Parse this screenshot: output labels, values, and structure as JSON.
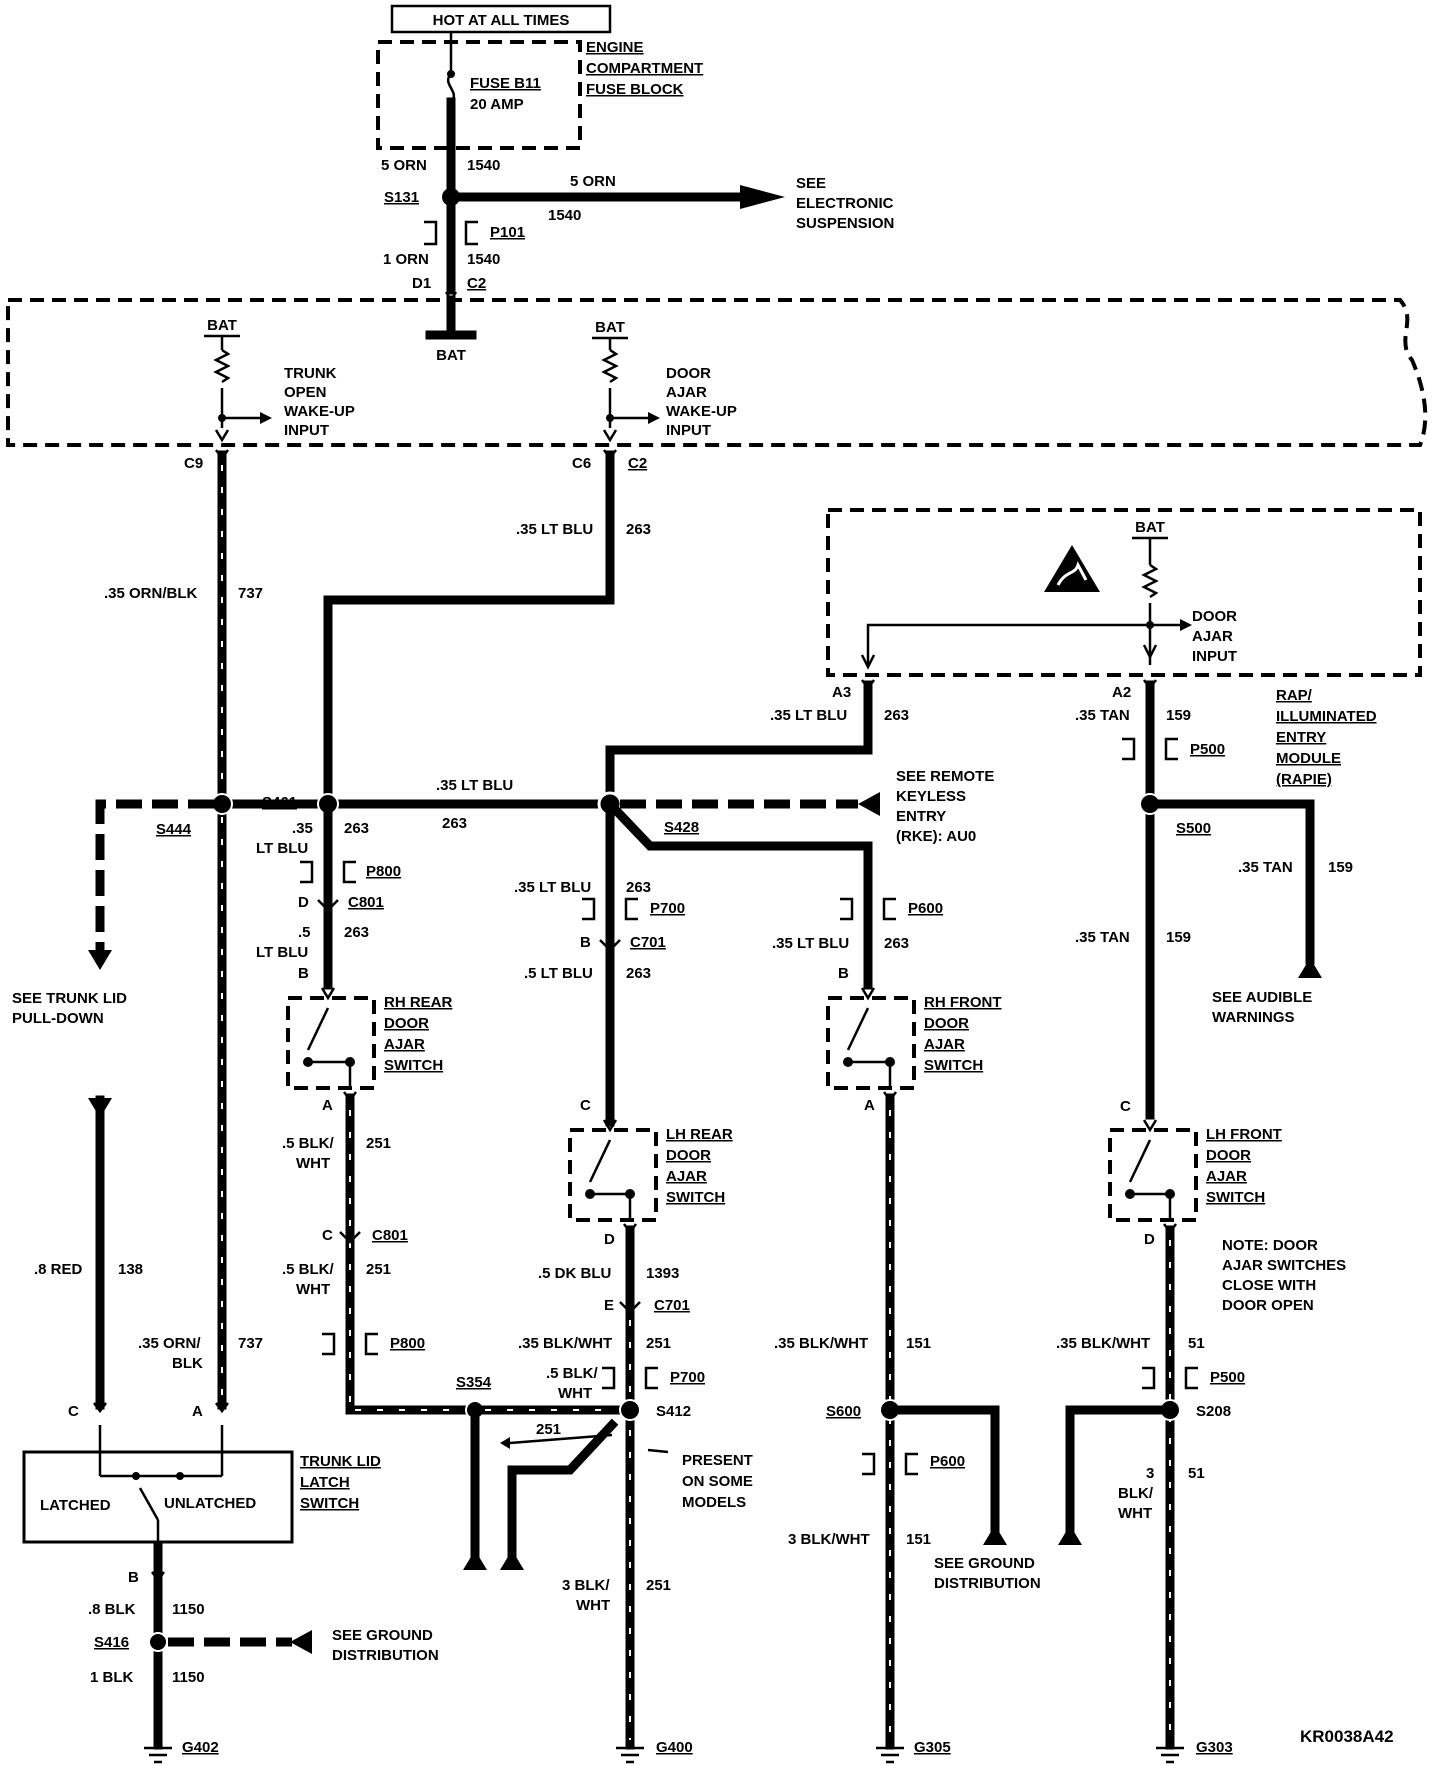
{
  "hot_label": "HOT AT ALL TIMES",
  "fuse_block": {
    "line1": "ENGINE",
    "line2": "COMPARTMENT",
    "line3": "FUSE BLOCK",
    "fuse_name": "FUSE B11",
    "fuse_rating": "20 AMP"
  },
  "wire_5orn": "5 ORN",
  "ckt_1540": "1540",
  "splice_s131": "S131",
  "conn_p101": "P101",
  "wire_1orn": "1 ORN",
  "pin_d1": "D1",
  "pin_c2": "C2",
  "bat": "BAT",
  "electronic_suspension": {
    "l1": "SEE",
    "l2": "ELECTRONIC",
    "l3": "SUSPENSION"
  },
  "trunk_wakeup": {
    "l1": "TRUNK",
    "l2": "OPEN",
    "l3": "WAKE-UP",
    "l4": "INPUT"
  },
  "door_wakeup": {
    "l1": "DOOR",
    "l2": "AJAR",
    "l3": "WAKE-UP",
    "l4": "INPUT"
  },
  "pin_c9": "C9",
  "pin_c6": "C6",
  "wire_35ltblu": ".35 LT BLU",
  "ckt_263": "263",
  "wire_35ornblk": ".35 ORN/BLK",
  "ckt_737": "737",
  "door_ajar_input": {
    "l1": "DOOR",
    "l2": "AJAR",
    "l3": "INPUT"
  },
  "pin_a3": "A3",
  "pin_a2": "A2",
  "wire_35tan": ".35 TAN",
  "ckt_159": "159",
  "conn_p500": "P500",
  "rapie": {
    "l1": "RAP/",
    "l2": "ILLUMINATED",
    "l3": "ENTRY",
    "l4": "MODULE",
    "l5": "(RAPIE)"
  },
  "splice_s461": "S461",
  "splice_s444": "S444",
  "splice_s428": "S428",
  "splice_s500": "S500",
  "rke": {
    "l1": "SEE REMOTE",
    "l2": "KEYLESS",
    "l3": "ENTRY",
    "l4": "(RKE): AU0"
  },
  "wire_35": ".35",
  "wire_ltblu": "LT BLU",
  "wire_5": ".5",
  "wire_5ltblu": ".5 LT BLU",
  "conn_p800": "P800",
  "conn_c801": "C801",
  "conn_p700": "P700",
  "conn_c701": "C701",
  "conn_p600": "P600",
  "pin_d": "D",
  "pin_b": "B",
  "pin_a": "A",
  "pin_c": "C",
  "pin_e": "E",
  "trunk_pulldown": {
    "l1": "SEE TRUNK LID",
    "l2": "PULL-DOWN"
  },
  "audible": {
    "l1": "SEE AUDIBLE",
    "l2": "WARNINGS"
  },
  "rh_rear": {
    "l1": "RH REAR",
    "l2": "DOOR",
    "l3": "AJAR",
    "l4": "SWITCH"
  },
  "lh_rear": {
    "l1": "LH REAR",
    "l2": "DOOR",
    "l3": "AJAR",
    "l4": "SWITCH"
  },
  "rh_front": {
    "l1": "RH FRONT",
    "l2": "DOOR",
    "l3": "AJAR",
    "l4": "SWITCH"
  },
  "lh_front": {
    "l1": "LH FRONT",
    "l2": "DOOR",
    "l3": "AJAR",
    "l4": "SWITCH"
  },
  "wire_5blk": ".5 BLK/",
  "wire_wht": "WHT",
  "ckt_251": "251",
  "wire_8red": ".8 RED",
  "ckt_138": "138",
  "wire_35orn": ".35 ORN/",
  "wire_blk": "BLK",
  "wire_5dkblu": ".5 DK BLU",
  "ckt_1393": "1393",
  "note": {
    "l1": "NOTE: DOOR",
    "l2": "AJAR SWITCHES",
    "l3": "CLOSE WITH",
    "l4": "DOOR OPEN"
  },
  "wire_35blkwht": ".35 BLK/WHT",
  "ckt_151": "151",
  "ckt_51": "51",
  "splice_s354": "S354",
  "splice_s412": "S412",
  "splice_s600": "S600",
  "splice_s208": "S208",
  "present": {
    "l1": "PRESENT",
    "l2": "ON SOME",
    "l3": "MODELS"
  },
  "trunk_switch": {
    "latched": "LATCHED",
    "unlatched": "UNLATCHED",
    "l1": "TRUNK LID",
    "l2": "LATCH",
    "l3": "SWITCH"
  },
  "wire_3blkwht": "3 BLK/WHT",
  "wire_3blk": "3 BLK/",
  "wire_3": "3",
  "wire_blkslash": "BLK/",
  "ground_dist": {
    "l1": "SEE GROUND",
    "l2": "DISTRIBUTION"
  },
  "wire_8blk": ".8 BLK",
  "ckt_1150": "1150",
  "splice_s416": "S416",
  "wire_1blk": "1 BLK",
  "grounds": {
    "g402": "G402",
    "g400": "G400",
    "g305": "G305",
    "g303": "G303"
  },
  "diagram_id": "KR0038A42"
}
